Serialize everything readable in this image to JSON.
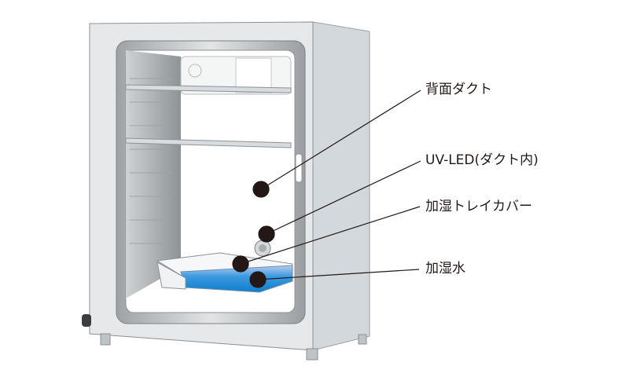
{
  "labels": {
    "rear_duct": "背面ダクト",
    "uv_led": "UV-LED(ダクト内)",
    "tray_cover": "加湿トレイカバー",
    "humid_water": "加湿水"
  },
  "colors": {
    "cabinet": "#d7dbde",
    "water": "#1e8fd6",
    "callout": "#231815"
  }
}
